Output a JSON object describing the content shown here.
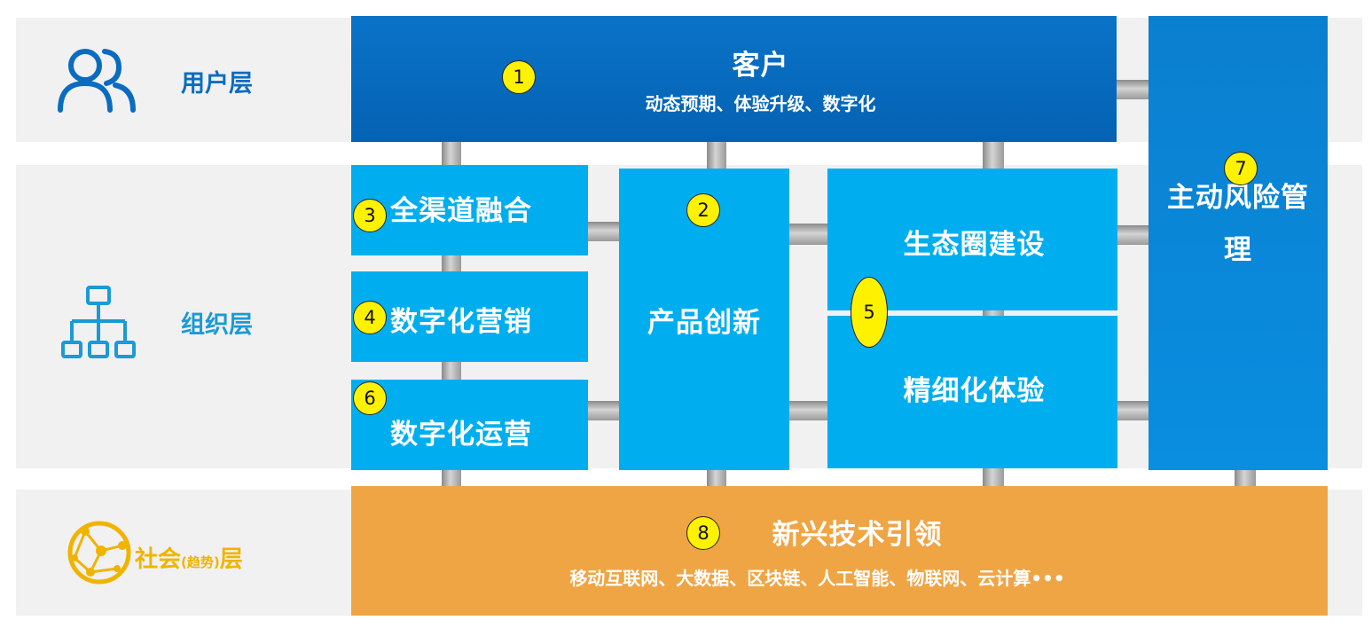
{
  "layers": {
    "user": "用户层",
    "org": "组织层",
    "society_prefix": "社会",
    "society_paren": "(趋势)",
    "society_suffix": "层"
  },
  "boxes": {
    "customer": {
      "title": "客户",
      "subtitle": "动态预期、体验升级、数字化",
      "badge": "1"
    },
    "product": {
      "title": "产品创新",
      "badge": "2"
    },
    "omnichannel": {
      "title": "全渠道融合",
      "badge": "3"
    },
    "marketing": {
      "title": "数字化营销",
      "badge": "4"
    },
    "ecosystem": {
      "title": "生态圈建设"
    },
    "refined": {
      "title": "精细化体验"
    },
    "eco_badge": "5",
    "operation": {
      "title": "数字化运营",
      "badge": "6"
    },
    "risk": {
      "title_line1": "主动风险管",
      "title_line2": "理",
      "badge": "7"
    },
    "tech": {
      "title": "新兴技术引领",
      "subtitle": "移动互联网、大数据、区块链、人工智能、物联网、云计算•••",
      "badge": "8"
    }
  },
  "icons": {
    "user": "users-icon",
    "org": "org-chart-icon",
    "society": "network-globe-icon"
  },
  "colors": {
    "dark_blue": "#0462b3",
    "light_blue": "#00aeef",
    "orange": "#f0a544",
    "badge": "#fff200",
    "user_label": "#0a6cc0",
    "org_label": "#1a9ad6",
    "society_label": "#f0b400"
  }
}
